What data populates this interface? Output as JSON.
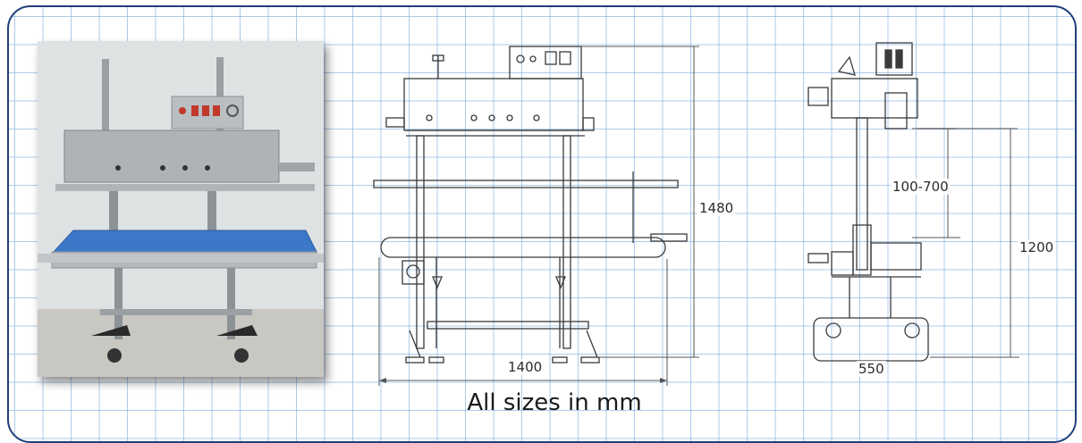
{
  "caption": "All sizes in mm",
  "dimensions": {
    "overall_height": "1480",
    "overall_width": "1400",
    "adjust_range": "100-700",
    "conveyor_height": "1200",
    "depth": "550"
  },
  "colors": {
    "frame_border": "#1f3f7a",
    "grid_line": "#82afe1",
    "conveyor_belt": "#3c78c8",
    "control_button": "#c0392b"
  }
}
